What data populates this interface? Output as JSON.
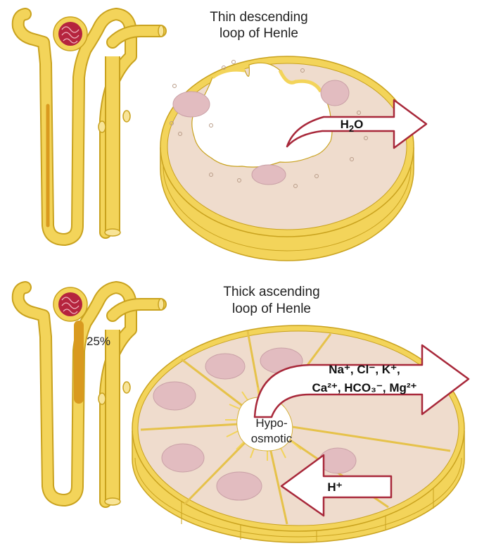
{
  "top_panel": {
    "title_line1": "Thin descending",
    "title_line2": "loop of Henle",
    "water_arrow": {
      "symbol": "H",
      "subscript": "2",
      "rest": "O"
    }
  },
  "bottom_panel": {
    "title_line1": "Thick ascending",
    "title_line2": "loop of Henle",
    "percent_label": "25%",
    "lumen_line1": "Hypo-",
    "lumen_line2": "osmotic",
    "ions_line1": "Na⁺, Cl⁻, K⁺,",
    "ions_line2": "Ca²⁺, HCO₃⁻, Mg²⁺",
    "proton_label": "H⁺"
  },
  "colors": {
    "tubule_yellow": "#f3d45a",
    "tubule_outline": "#c9a21e",
    "highlight_segment": "#d99a1f",
    "glomerulus": "#b5243e",
    "cytoplasm": "#efdccd",
    "nucleus": "#e2bcc0",
    "arrow_outline": "#a8283a"
  }
}
